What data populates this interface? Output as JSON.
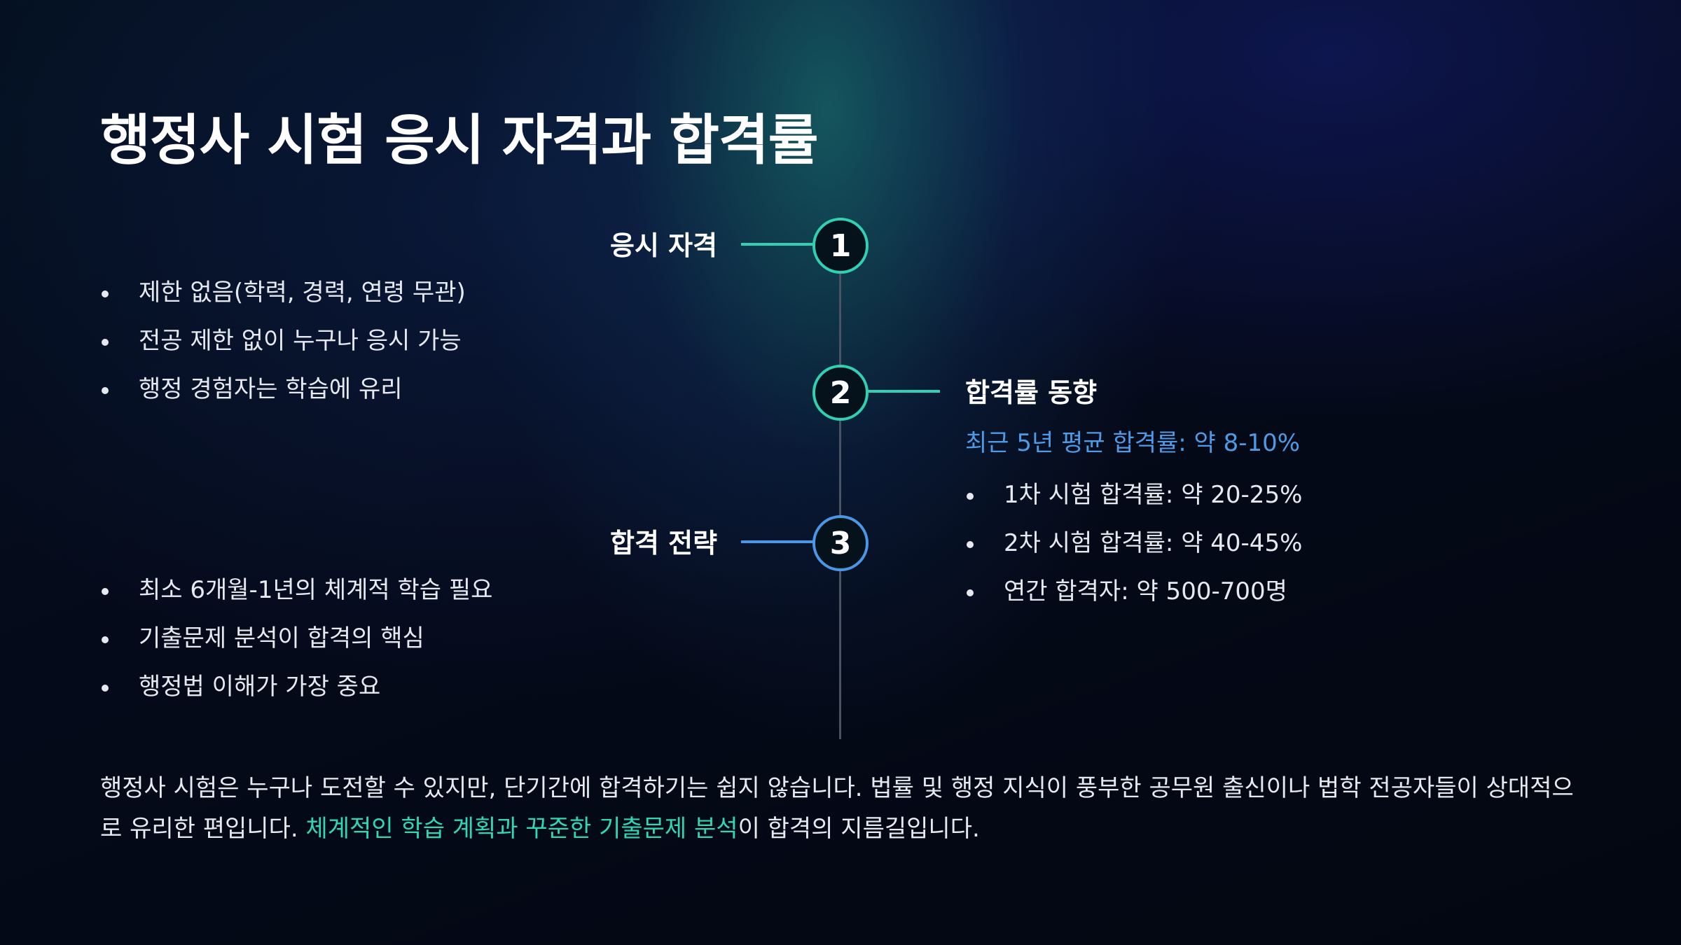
{
  "title": "행정사 시험 응시 자격과 합격률",
  "accent_colors": {
    "teal": "#2fd1b1",
    "blue": "#4a97e6",
    "axis": "#4a5360"
  },
  "steps": [
    {
      "number": "1",
      "heading": "응시 자격",
      "items": [
        "제한 없음(학력, 경력, 연령 무관)",
        "전공 제한 없이 누구나 응시 가능",
        "행정 경험자는 학습에 유리"
      ]
    },
    {
      "number": "2",
      "heading": "합격률 동향",
      "subnote": "최근 5년 평균 합격률: 약 8-10%",
      "items": [
        "1차 시험 합격률: 약 20-25%",
        "2차 시험 합격률: 약 40-45%",
        "연간 합격자: 약 500-700명"
      ]
    },
    {
      "number": "3",
      "heading": "합격 전략",
      "items": [
        "최소 6개월-1년의 체계적 학습 필요",
        "기출문제 분석이 합격의 핵심",
        "행정법 이해가 가장 중요"
      ]
    }
  ],
  "summary": {
    "before": "행정사 시험은 누구나 도전할 수 있지만, 단기간에 합격하기는 쉽지 않습니다. 법률 및 행정 지식이 풍부한 공무원 출신이나 법학 전공자들이 상대적으로 유리한 편입니다. ",
    "highlight": "체계적인 학습 계획과 꾸준한 기출문제 분석",
    "after": "이 합격의 지름길입니다."
  }
}
